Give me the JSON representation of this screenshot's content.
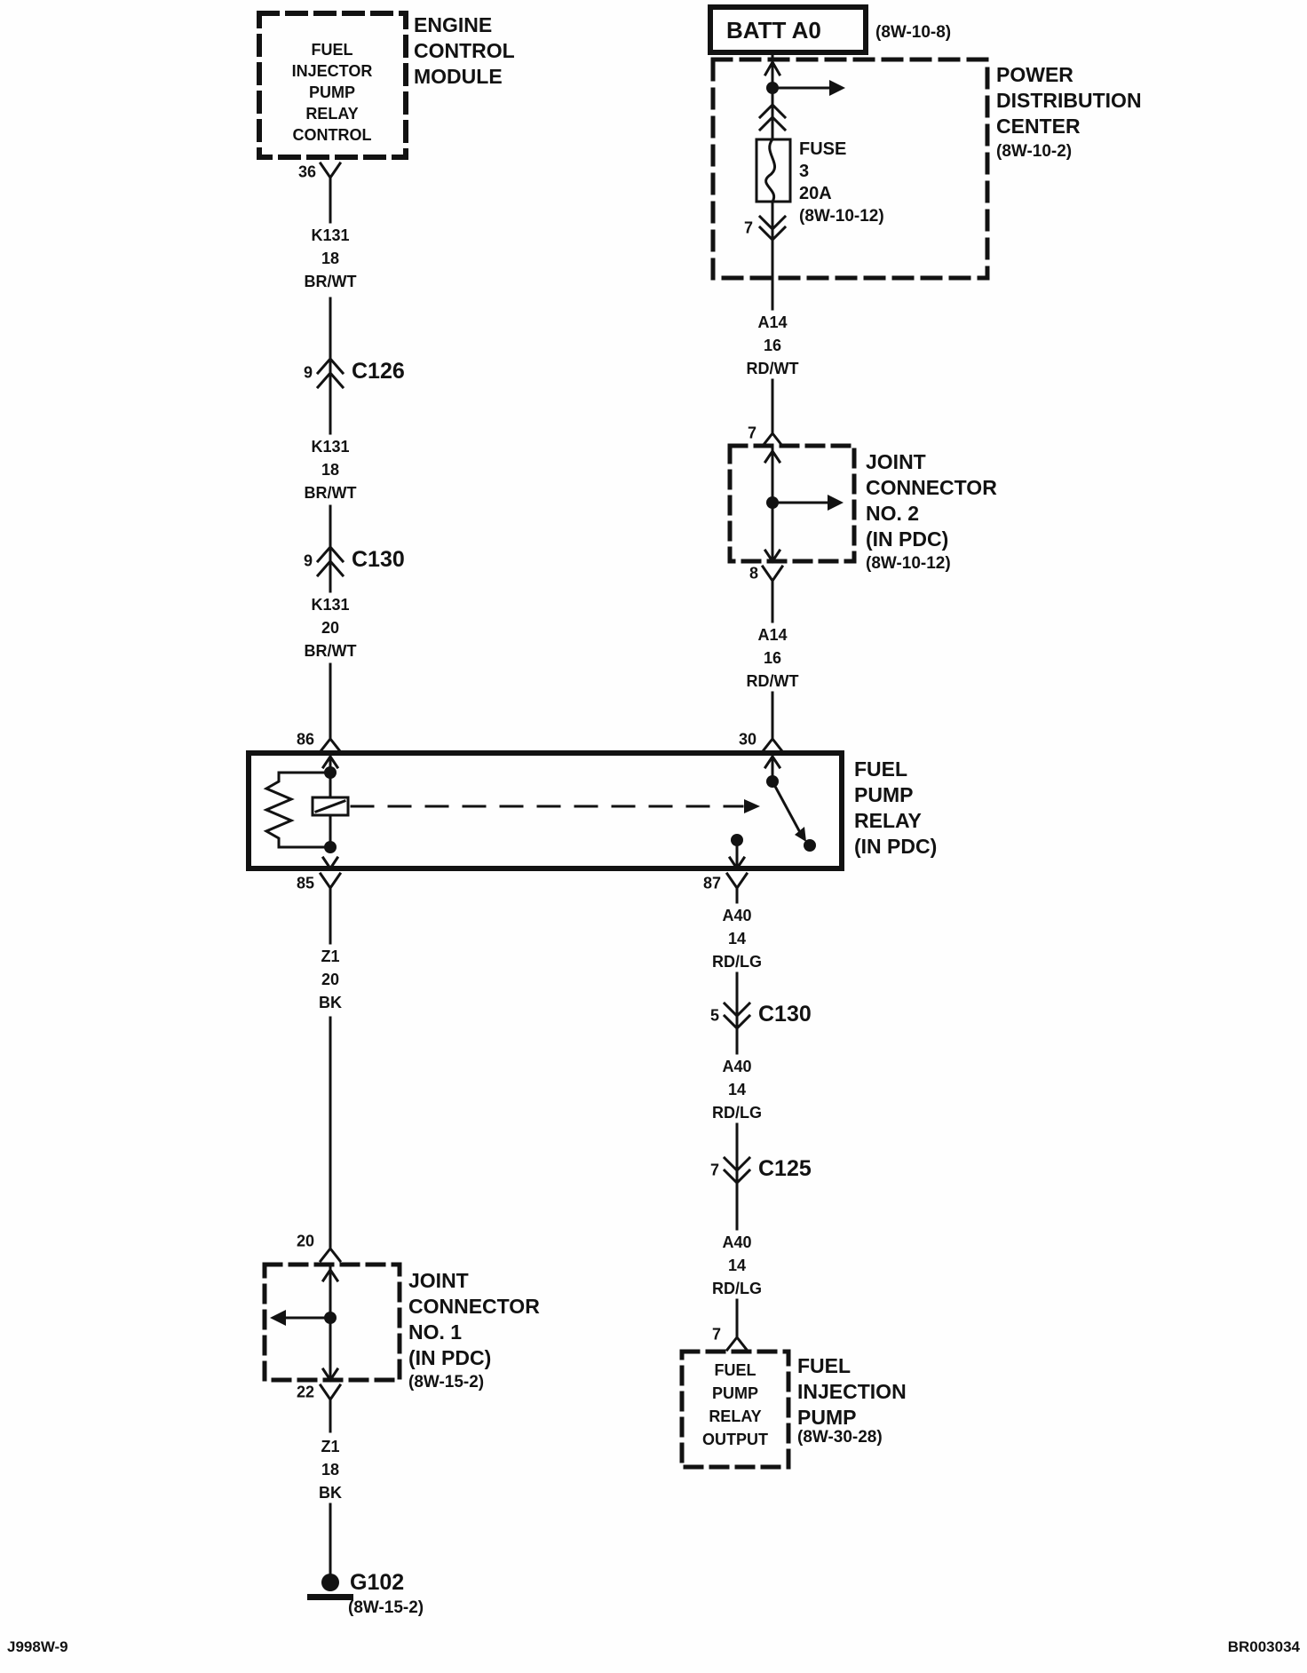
{
  "colors": {
    "ink": "#121212",
    "paper": "#fefefe"
  },
  "ecm": {
    "inside": [
      "FUEL",
      "INJECTOR",
      "PUMP",
      "RELAY",
      "CONTROL"
    ],
    "label": [
      "ENGINE",
      "CONTROL",
      "MODULE"
    ],
    "pin": "36"
  },
  "left": {
    "k131a": [
      "K131",
      "18",
      "BR/WT"
    ],
    "c126_pin": "9",
    "c126": "C126",
    "k131b": [
      "K131",
      "18",
      "BR/WT"
    ],
    "c130_pin": "9",
    "c130": "C130",
    "k131c": [
      "K131",
      "20",
      "BR/WT"
    ],
    "z1a": [
      "Z1",
      "20",
      "BK"
    ],
    "z1b": [
      "Z1",
      "18",
      "BK"
    ]
  },
  "relay": {
    "pin86": "86",
    "pin30": "30",
    "pin85": "85",
    "pin87": "87",
    "label": [
      "FUEL",
      "PUMP",
      "RELAY",
      "(IN PDC)"
    ]
  },
  "jc1": {
    "pin_in": "20",
    "pin_out": "22",
    "label": [
      "JOINT",
      "CONNECTOR",
      "NO. 1",
      "(IN PDC)"
    ],
    "ref": "(8W-15-2)"
  },
  "ground": {
    "name": "G102",
    "ref": "(8W-15-2)"
  },
  "batt": {
    "title": "BATT A0",
    "ref": "(8W-10-8)"
  },
  "pdc": {
    "label": [
      "POWER",
      "DISTRIBUTION",
      "CENTER"
    ],
    "ref": "(8W-10-2)",
    "fuse": [
      "FUSE",
      "3",
      "20A"
    ],
    "fuse_ref": "(8W-10-12)",
    "pin_out": "7"
  },
  "right": {
    "a14a": [
      "A14",
      "16",
      "RD/WT"
    ],
    "a14b": [
      "A14",
      "16",
      "RD/WT"
    ],
    "a40a": [
      "A40",
      "14",
      "RD/LG"
    ],
    "c130_pin": "5",
    "c130": "C130",
    "a40b": [
      "A40",
      "14",
      "RD/LG"
    ],
    "c125_pin": "7",
    "c125": "C125",
    "a40c": [
      "A40",
      "14",
      "RD/LG"
    ]
  },
  "jc2": {
    "pin_in": "7",
    "pin_out": "8",
    "label": [
      "JOINT",
      "CONNECTOR",
      "NO. 2",
      "(IN PDC)"
    ],
    "ref": "(8W-10-12)"
  },
  "pump": {
    "pin_in": "7",
    "inside": [
      "FUEL",
      "PUMP",
      "RELAY",
      "OUTPUT"
    ],
    "label": [
      "FUEL",
      "INJECTION",
      "PUMP"
    ],
    "ref": "(8W-30-28)"
  },
  "footer": {
    "left": "J998W-9",
    "right": "BR003034"
  }
}
